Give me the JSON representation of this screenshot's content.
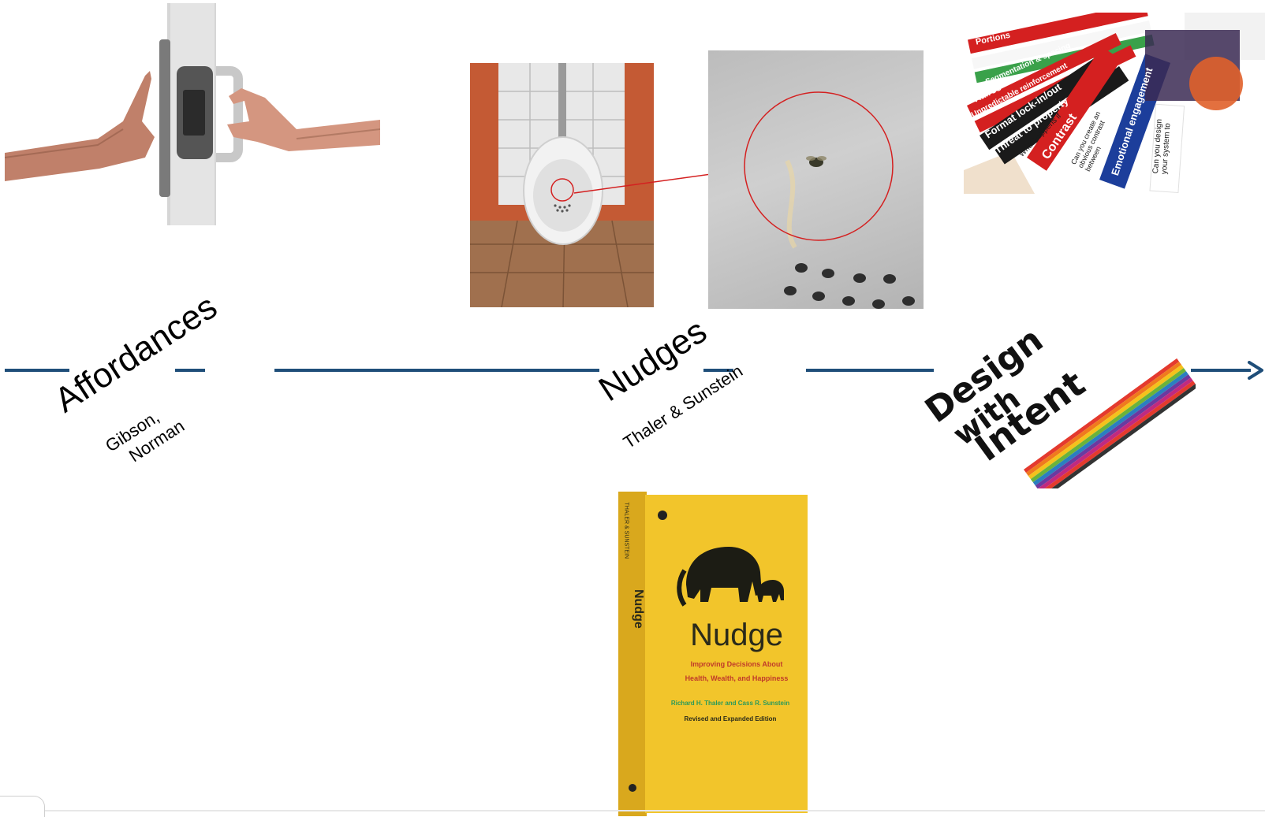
{
  "colors": {
    "timeline": "#1f4e79",
    "book_yellow": "#f2c52b",
    "wall_orange": "#c1542e",
    "accent_red": "#d42020"
  },
  "timeline": {
    "stage1": {
      "title": "Affordances",
      "authors_line1": "Gibson,",
      "authors_line2": "Norman"
    },
    "stage2": {
      "title": "Nudges",
      "authors": "Thaler & Sunstein"
    },
    "stage3": {
      "logo_line1": "Design",
      "logo_line2": "with",
      "logo_line3": "Intent"
    }
  },
  "book": {
    "title": "Nudge",
    "subtitle": "Improving Decisions About",
    "subtitle2": "Health, Wealth, and Happiness",
    "authors": "Richard H. Thaler and Cass R. Sunstein",
    "edition": "Revised and Expanded Edition",
    "spine_title": "Nudge",
    "spine_authors": "THALER & SUNSTEIN"
  },
  "cards": [
    {
      "label": "Portions",
      "color": "#d42020"
    },
    {
      "label": "Segmentation & spacing",
      "color": "#3aa14a"
    },
    {
      "label": "Kairos",
      "color": "#d42020"
    },
    {
      "label": "Unpredictable reinforcement",
      "color": "#d42020"
    },
    {
      "label": "Format lock-in/out",
      "color": "#1a1a1a"
    },
    {
      "label": "Threat to property",
      "color": "#1a1a1a"
    },
    {
      "label": "Contrast",
      "color": "#d42020"
    },
    {
      "label": "Emotional engagement",
      "color": "#1c3e9b"
    },
    {
      "label": "What happens if",
      "color": "#ffffff"
    },
    {
      "label": "Can you create an obvious contrast between",
      "color": "#ffffff"
    },
    {
      "label": "Can you design your system to",
      "color": "#ffffff"
    }
  ]
}
